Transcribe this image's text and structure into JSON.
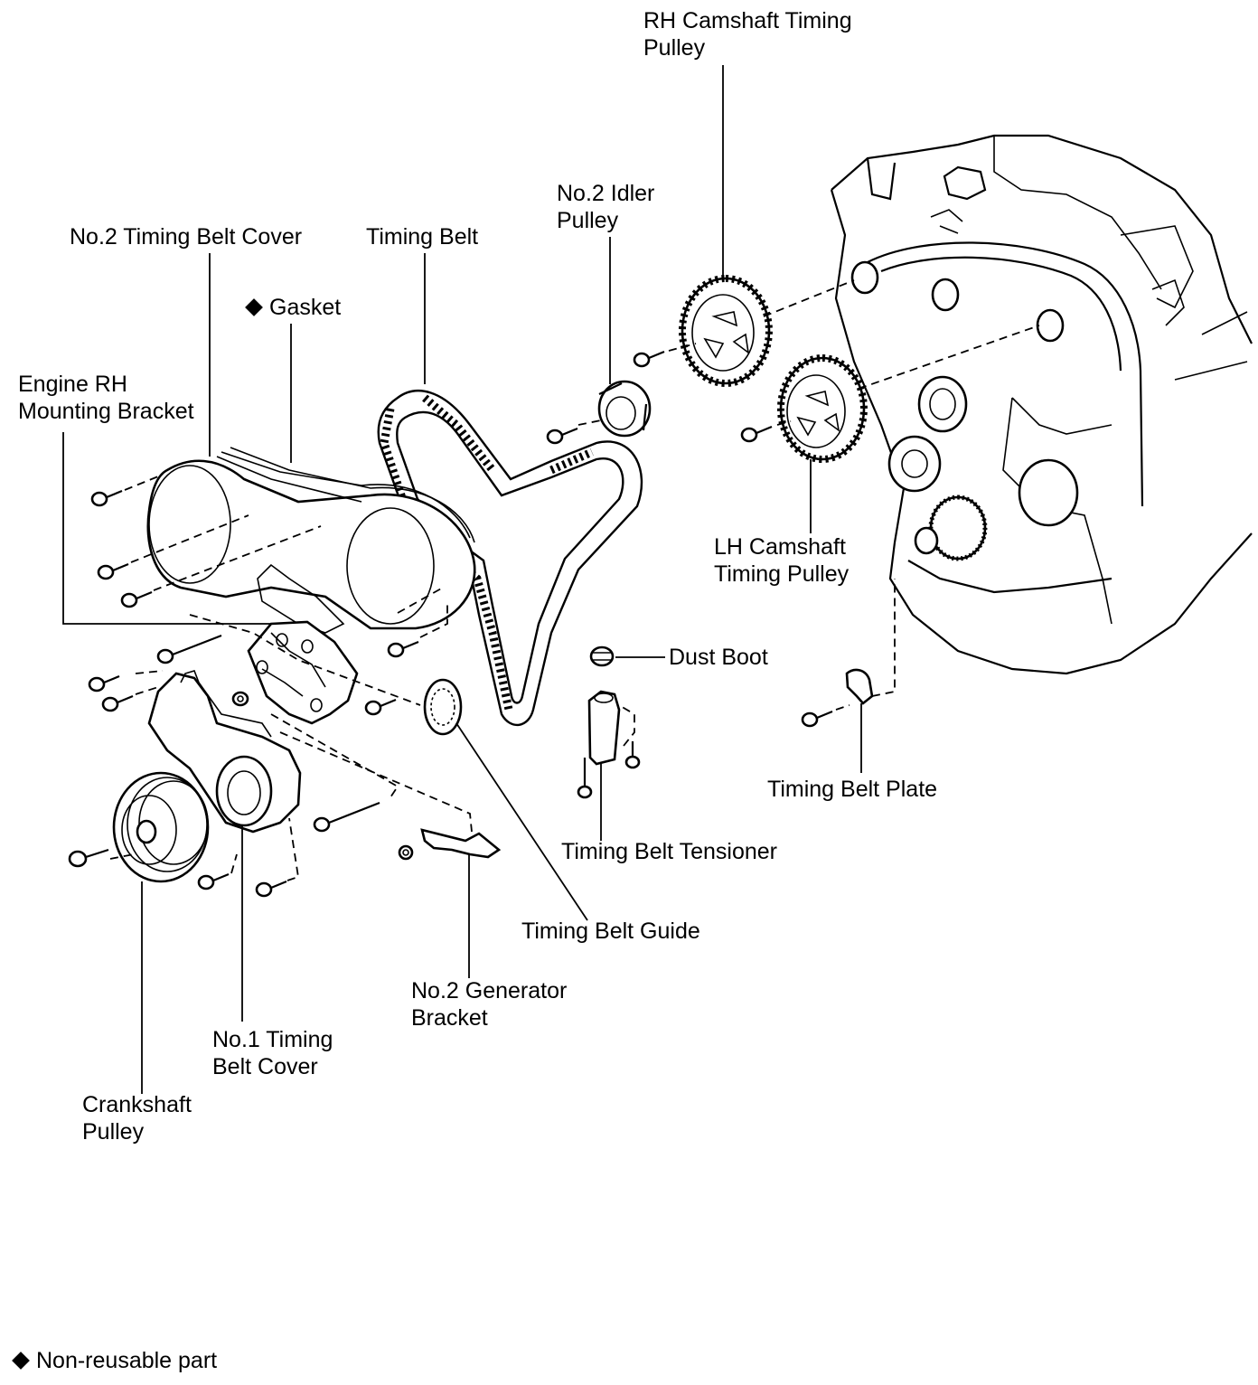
{
  "labels": {
    "rh_camshaft_timing_pulley": [
      "RH Camshaft Timing",
      "Pulley"
    ],
    "no2_idler_pulley": [
      "No.2 Idler",
      "Pulley"
    ],
    "no2_timing_belt_cover": [
      "No.2 Timing Belt Cover"
    ],
    "timing_belt": [
      "Timing Belt"
    ],
    "gasket": [
      "Gasket"
    ],
    "engine_rh_mounting_bracket": [
      "Engine RH",
      "Mounting Bracket"
    ],
    "lh_camshaft_timing_pulley": [
      "LH Camshaft",
      "Timing Pulley"
    ],
    "dust_boot": [
      "Dust Boot"
    ],
    "timing_belt_plate": [
      "Timing Belt Plate"
    ],
    "timing_belt_tensioner": [
      "Timing Belt Tensioner"
    ],
    "timing_belt_guide": [
      "Timing Belt Guide"
    ],
    "no2_generator_bracket": [
      "No.2 Generator",
      "Bracket"
    ],
    "no1_timing_belt_cover": [
      "No.1 Timing",
      "Belt Cover"
    ],
    "crankshaft_pulley": [
      "Crankshaft",
      "Pulley"
    ]
  },
  "legend": {
    "text": "Non-reusable part"
  }
}
